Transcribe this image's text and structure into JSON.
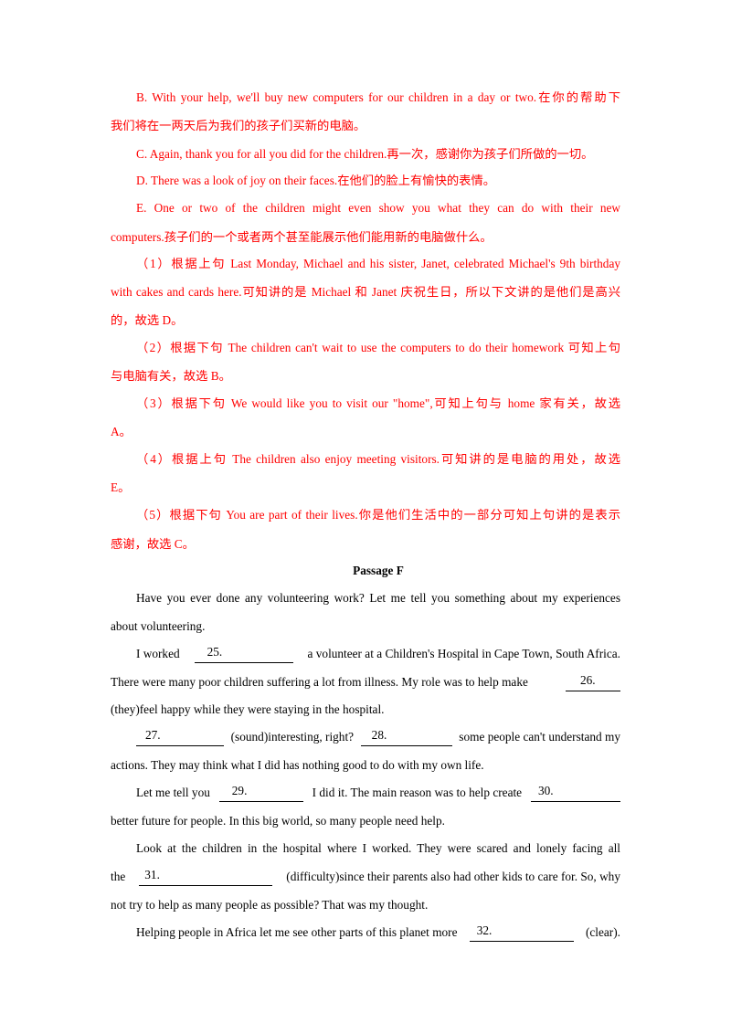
{
  "explanation": {
    "line_b1": "B. With your help, we'll buy new computers for our children in a day or two.在你的帮助下",
    "line_b2": "我们将在一两天后为我们的孩子们买新的电脑。",
    "line_c": "C. Again, thank you for all you did for the children.再一次，感谢你为孩子们所做的一切。",
    "line_d": "D. There was a look of joy on their faces.在他们的脸上有愉快的表情。",
    "line_e1": "E. One or two of the children might even show you what they can do with their new",
    "line_e2": "computers.孩子们的一个或者两个甚至能展示他们能用新的电脑做什么。",
    "q1_l1": "（1）根据上句 Last Monday, Michael and his sister, Janet, celebrated Michael's 9th birthday",
    "q1_l2": "with cakes and cards here.可知讲的是 Michael 和 Janet 庆祝生日，所以下文讲的是他们是高兴",
    "q1_l3": "的，故选 D。",
    "q2_l1": "（2）根据下句 The children can't wait to use the computers to do their homework 可知上句",
    "q2_l2": "与电脑有关，故选 B。",
    "q3_l1": "（3）根据下句 We would like you to visit our \"home\",可知上句与 home 家有关，故选",
    "q3_l2": "A。",
    "q4_l1": "（4）根据上句 The children also enjoy meeting visitors.可知讲的是电脑的用处，故选",
    "q4_l2": "E。",
    "q5_l1": "（5）根据下句 You are part of their lives.你是他们生活中的一部分可知上句讲的是表示",
    "q5_l2": "感谢，故选 C。"
  },
  "passage": {
    "title": "Passage F",
    "p1_l1": "Have you ever done any volunteering work? Let me tell you something about my experiences",
    "p1_l2": "about volunteering.",
    "p2_l1_a": "I worked",
    "p2_l1_b": "a volunteer at a Children's Hospital in Cape Town, South Africa.",
    "p2_l2_a": "There were many poor children suffering a lot from illness. My role was to help make",
    "p2_l3": "(they)feel happy while they were staying in the hospital.",
    "p3_l1_a": "(sound)interesting, right?",
    "p3_l1_b": "some people can't understand my",
    "p3_l2": "actions. They may think what I did has nothing good to do with my own life.",
    "p4_l1_a": "Let me tell you",
    "p4_l1_b": "I did it. The main reason was to help create",
    "p4_l2": "better future for people. In this big world, so many people need help.",
    "p5_l1": "Look at the children in the hospital where I worked. They were scared and lonely facing all",
    "p5_l2_a": "the",
    "p5_l2_b": "(difficulty)since their parents also had other kids to care for. So, why",
    "p5_l3": "not try to help as many people as possible? That was my thought.",
    "p6_l1_a": "Helping people in Africa let me see other parts of this planet more",
    "p6_l1_b": "(clear)."
  },
  "blanks": {
    "b25": "25.",
    "b26": "26.",
    "b27": "27.",
    "b28": "28.",
    "b29": "29.",
    "b30": "30.",
    "b31": "31.",
    "b32": "32."
  },
  "colors": {
    "answer_text": "#ff0000",
    "body_text": "#000000"
  }
}
